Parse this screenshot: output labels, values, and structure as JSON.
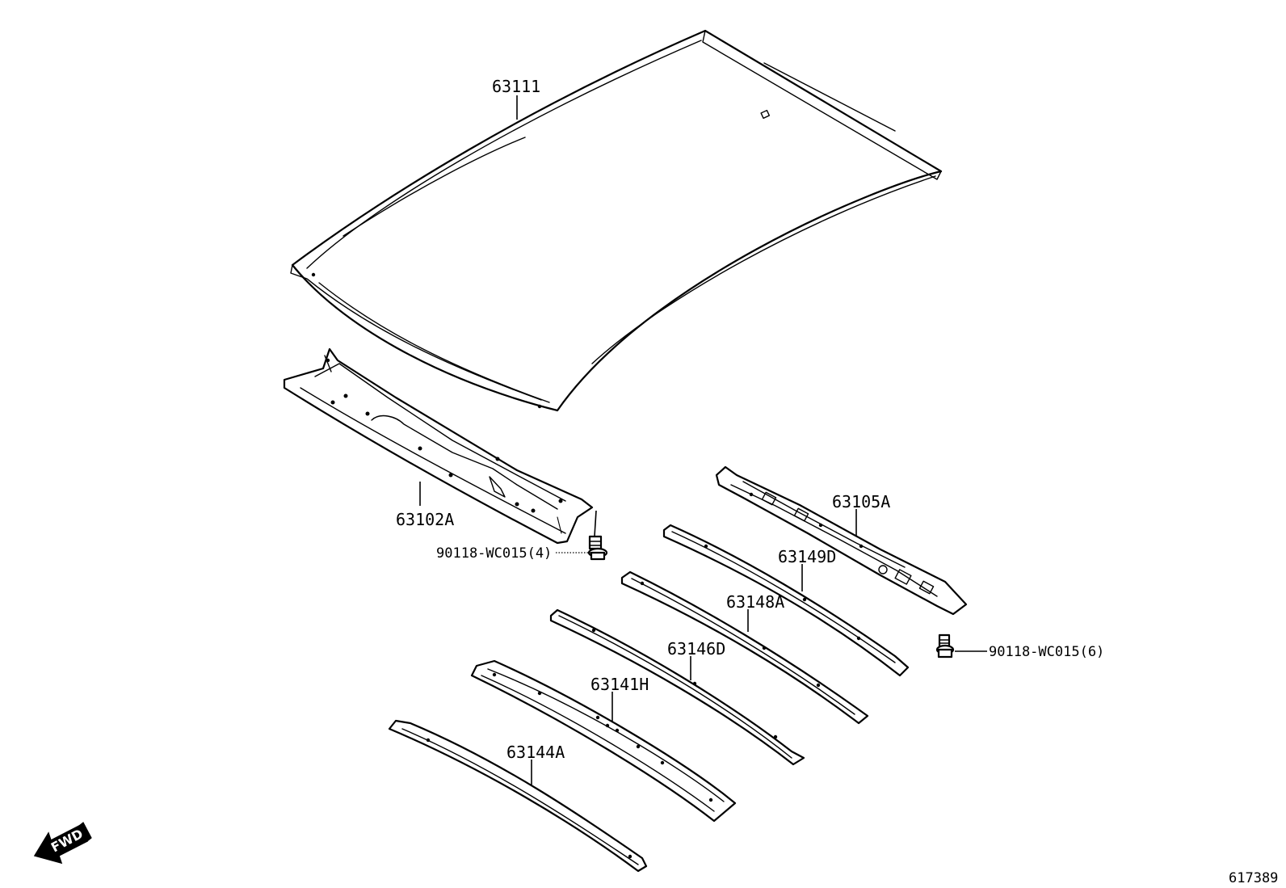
{
  "parts": [
    {
      "id": "roof-panel",
      "label": "63111"
    },
    {
      "id": "front-header",
      "label": "63102A"
    },
    {
      "id": "rear-header",
      "label": "63105A"
    },
    {
      "id": "roof-bow-1",
      "label": "63149D"
    },
    {
      "id": "roof-bow-2",
      "label": "63148A"
    },
    {
      "id": "roof-bow-3",
      "label": "63146D"
    },
    {
      "id": "roof-bow-4",
      "label": "63141H"
    },
    {
      "id": "roof-bow-5",
      "label": "63144A"
    }
  ],
  "bolts": [
    {
      "id": "bolt-front",
      "label": "90118-WC015(4)"
    },
    {
      "id": "bolt-rear",
      "label": "90118-WC015(6)"
    }
  ],
  "fwd_label": "FWD",
  "diagram_id": "617389"
}
